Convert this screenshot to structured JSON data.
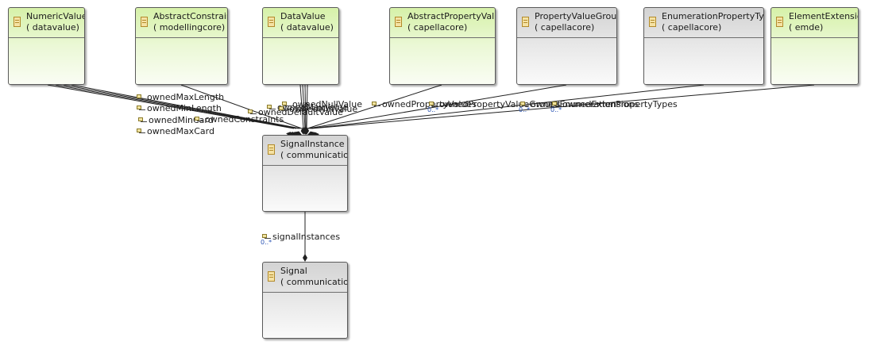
{
  "classes": [
    {
      "id": "numericvalue",
      "name": "NumericValue",
      "pkg": "( datavalue)",
      "style": "green"
    },
    {
      "id": "abstractconstraint",
      "name": "AbstractConstraint",
      "pkg": "( modellingcore)",
      "style": "green"
    },
    {
      "id": "datavalue",
      "name": "DataValue",
      "pkg": "( datavalue)",
      "style": "green"
    },
    {
      "id": "abstractpropertyvalue",
      "name": "AbstractPropertyValue",
      "pkg": "( capellacore)",
      "style": "green"
    },
    {
      "id": "propertyvaluegroup",
      "name": "PropertyValueGroup",
      "pkg": "( capellacore)",
      "style": "gray"
    },
    {
      "id": "enumerationpropertytype",
      "name": "EnumerationPropertyType",
      "pkg": "( capellacore)",
      "style": "gray"
    },
    {
      "id": "elementextension",
      "name": "ElementExtension",
      "pkg": "( emde)",
      "style": "green"
    },
    {
      "id": "signalinstance",
      "name": "SignalInstance",
      "pkg": "( communication)",
      "style": "gray"
    },
    {
      "id": "signal",
      "name": "Signal",
      "pkg": "( communication)",
      "style": "gray"
    }
  ],
  "associations": [
    {
      "label": "ownedMaxLength",
      "from": "numericvalue",
      "to": "signalinstance"
    },
    {
      "label": "ownedMinLength",
      "from": "numericvalue",
      "to": "signalinstance"
    },
    {
      "label": "ownedMinCard",
      "from": "numericvalue",
      "to": "signalinstance"
    },
    {
      "label": "ownedMaxCard",
      "from": "numericvalue",
      "to": "signalinstance"
    },
    {
      "label": "ownedConstraints",
      "from": "abstractconstraint",
      "to": "signalinstance"
    },
    {
      "label": "ownedDefaultValue",
      "from": "datavalue",
      "to": "signalinstance"
    },
    {
      "label": "ownedMaxValue",
      "from": "datavalue",
      "to": "signalinstance"
    },
    {
      "label": "ownedMinValue",
      "from": "datavalue",
      "to": "signalinstance"
    },
    {
      "label": "ownedNullValue",
      "from": "datavalue",
      "to": "signalinstance"
    },
    {
      "label": "ownedPropertyValues",
      "from": "abstractpropertyvalue",
      "to": "signalinstance"
    },
    {
      "label": "ownedPropertyValueGroups",
      "from": "propertyvaluegroup",
      "to": "signalinstance",
      "mult": "0..*"
    },
    {
      "label": "ownedEnumerationPropertyTypes",
      "from": "enumerationpropertytype",
      "to": "signalinstance",
      "mult": "0..*"
    },
    {
      "label": "ownedExtensions",
      "from": "elementextension",
      "to": "signalinstance",
      "mult": "0..*"
    },
    {
      "label": "signalInstances",
      "from": "signalinstance",
      "to": "signal",
      "mult": "0..*"
    }
  ]
}
